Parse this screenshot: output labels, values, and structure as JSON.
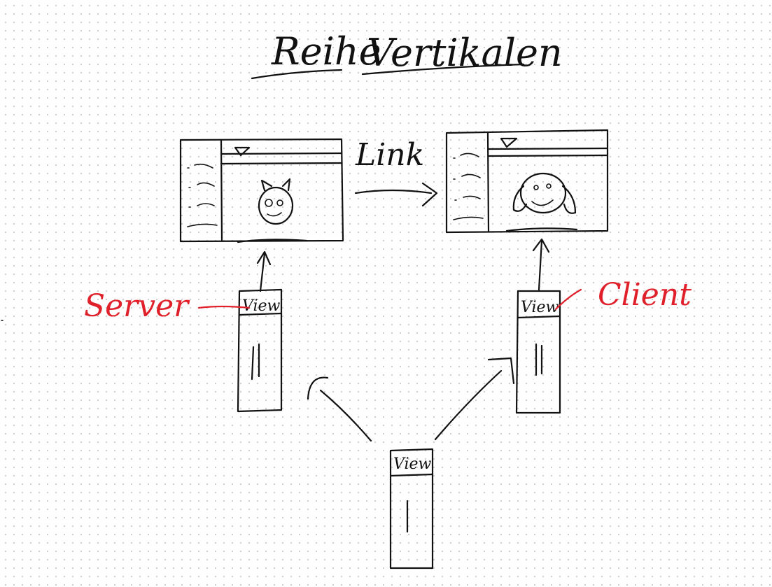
{
  "title": {
    "word1": "Reihe",
    "word2": "Vertikalen"
  },
  "link_label": "Link",
  "server_label": "Server",
  "client_label": "Client",
  "views": {
    "left": "View",
    "right": "View",
    "bottom": "View"
  },
  "colors": {
    "ink": "#111111",
    "annotation": "#e0202a",
    "grid_dots": "#cfcfcf"
  }
}
